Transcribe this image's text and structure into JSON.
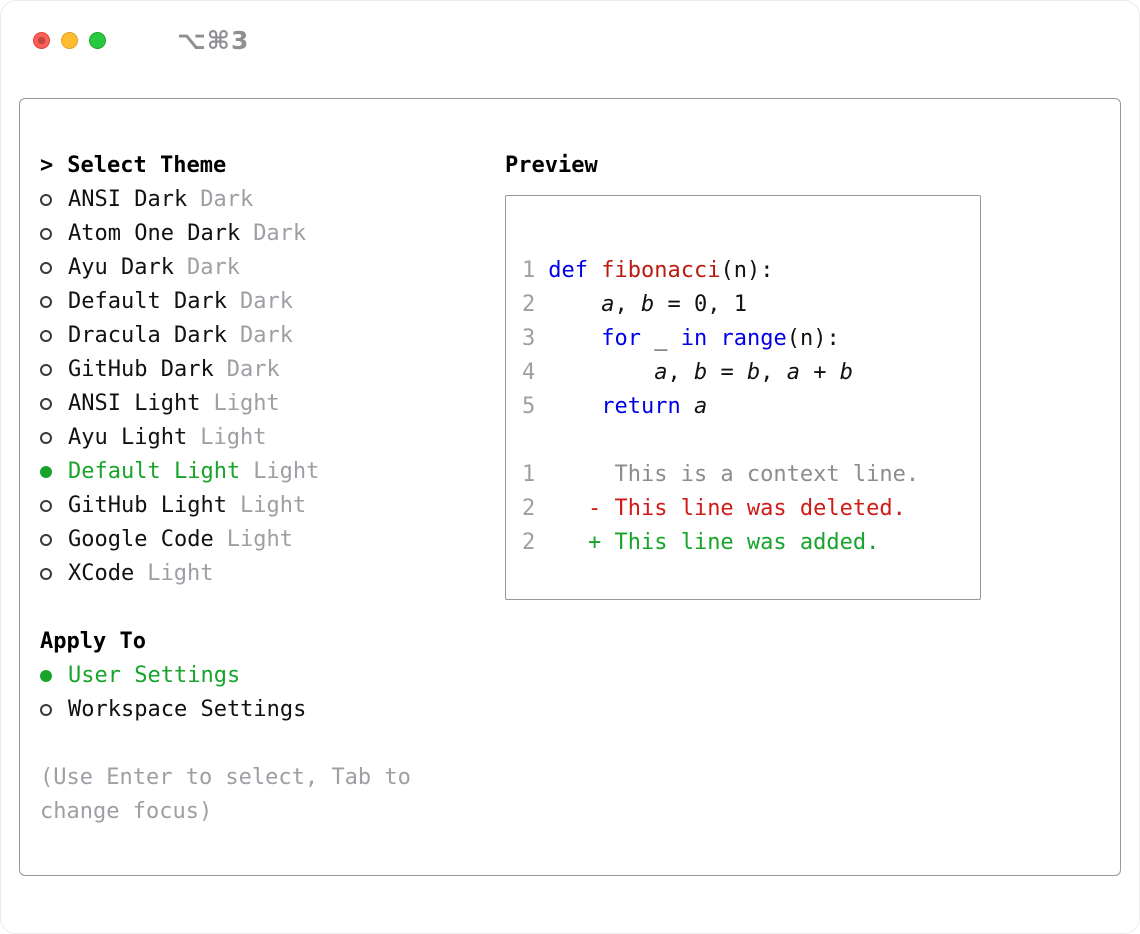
{
  "colors": {
    "accent_green": "#17a42a",
    "keyword_blue": "#0000e8",
    "function_red": "#bb1a10",
    "deleted_red": "#cf1b16",
    "added_green": "#17a42a",
    "muted_gray": "#9e9ea4",
    "border_gray": "#98989d",
    "traffic_red": "#ff5f57",
    "traffic_yellow": "#febc2e",
    "traffic_green": "#28c840"
  },
  "titlebar": {
    "shortcut": "⌥⌘3",
    "traffic_lights": [
      "close",
      "minimize",
      "zoom"
    ]
  },
  "theme_selector": {
    "prompt": ">",
    "title": "Select Theme",
    "items": [
      {
        "name": "ANSI Dark",
        "variant": "Dark",
        "selected": false
      },
      {
        "name": "Atom One Dark",
        "variant": "Dark",
        "selected": false
      },
      {
        "name": "Ayu Dark",
        "variant": "Dark",
        "selected": false
      },
      {
        "name": "Default Dark",
        "variant": "Dark",
        "selected": false
      },
      {
        "name": "Dracula Dark",
        "variant": "Dark",
        "selected": false
      },
      {
        "name": "GitHub Dark",
        "variant": "Dark",
        "selected": false
      },
      {
        "name": "ANSI Light",
        "variant": "Light",
        "selected": false
      },
      {
        "name": "Ayu Light",
        "variant": "Light",
        "selected": false
      },
      {
        "name": "Default Light",
        "variant": "Light",
        "selected": true
      },
      {
        "name": "GitHub Light",
        "variant": "Light",
        "selected": false
      },
      {
        "name": "Google Code",
        "variant": "Light",
        "selected": false
      },
      {
        "name": "XCode",
        "variant": "Light",
        "selected": false
      }
    ]
  },
  "apply_to": {
    "title": "Apply To",
    "options": [
      {
        "label": "User Settings",
        "selected": true
      },
      {
        "label": "Workspace Settings",
        "selected": false
      }
    ]
  },
  "help_text": "(Use Enter to select, Tab to change focus)",
  "preview": {
    "title": "Preview",
    "code_lines": [
      {
        "num": "1",
        "segments": [
          {
            "text": "def",
            "style": "kw"
          },
          {
            "text": " "
          },
          {
            "text": "fibonacci",
            "style": "fn"
          },
          {
            "text": "(n):"
          }
        ]
      },
      {
        "num": "2",
        "segments": [
          {
            "text": "    "
          },
          {
            "text": "a",
            "style": "it"
          },
          {
            "text": ", "
          },
          {
            "text": "b",
            "style": "it"
          },
          {
            "text": " = 0, 1"
          }
        ]
      },
      {
        "num": "3",
        "segments": [
          {
            "text": "    "
          },
          {
            "text": "for",
            "style": "kw"
          },
          {
            "text": " _ "
          },
          {
            "text": "in",
            "style": "kw"
          },
          {
            "text": " "
          },
          {
            "text": "range",
            "style": "kw"
          },
          {
            "text": "(n):"
          }
        ]
      },
      {
        "num": "4",
        "segments": [
          {
            "text": "        "
          },
          {
            "text": "a",
            "style": "it"
          },
          {
            "text": ", "
          },
          {
            "text": "b",
            "style": "it"
          },
          {
            "text": " = "
          },
          {
            "text": "b",
            "style": "it"
          },
          {
            "text": ", "
          },
          {
            "text": "a",
            "style": "it"
          },
          {
            "text": " + "
          },
          {
            "text": "b",
            "style": "it"
          }
        ]
      },
      {
        "num": "5",
        "segments": [
          {
            "text": "    "
          },
          {
            "text": "return",
            "style": "kw"
          },
          {
            "text": " "
          },
          {
            "text": "a",
            "style": "it"
          }
        ]
      },
      {
        "num": "",
        "segments": []
      },
      {
        "num": "1",
        "segments": [
          {
            "text": "     This is a context line.",
            "style": "ctx"
          }
        ]
      },
      {
        "num": "2",
        "segments": [
          {
            "text": "   - This line was deleted.",
            "style": "del"
          }
        ]
      },
      {
        "num": "2",
        "segments": [
          {
            "text": "   + This line was added.",
            "style": "add"
          }
        ]
      }
    ]
  }
}
